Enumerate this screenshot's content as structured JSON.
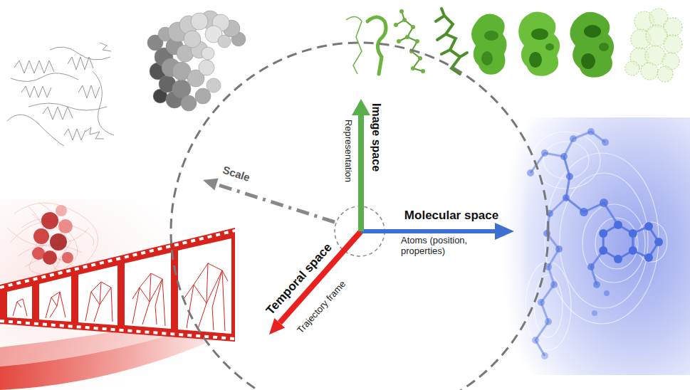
{
  "diagram": {
    "labels": [
      "Scale",
      "Image space",
      "Representation",
      "Molecular space",
      "Atoms (position, properties)",
      "Temporal space",
      "Trajectory frame"
    ]
  }
}
